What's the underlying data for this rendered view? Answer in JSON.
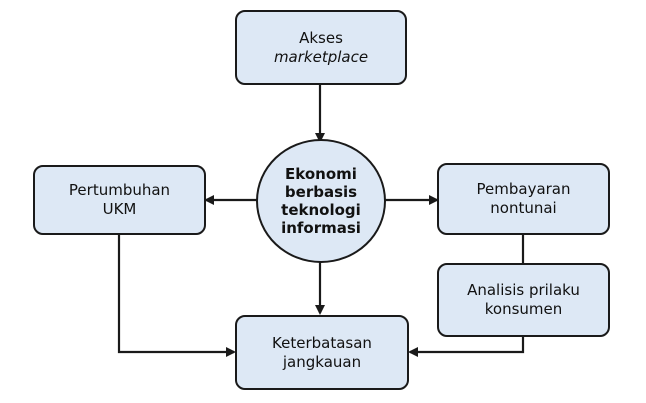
{
  "diagram": {
    "center": {
      "lines": [
        "Ekonomi",
        "berbasis",
        "teknologi",
        "informasi"
      ]
    },
    "nodes": {
      "akses": {
        "line1": "Akses",
        "line2": "marketplace"
      },
      "ukm": {
        "line1": "Pertumbuhan",
        "line2": "UKM"
      },
      "pembayaran": {
        "line1": "Pembayaran",
        "line2": "nontunai"
      },
      "analisis": {
        "line1": "Analisis prilaku",
        "line2": "konsumen"
      },
      "keterbatasan": {
        "line1": "Keterbatasan",
        "line2": "jangkauan"
      }
    },
    "colors": {
      "node_fill": "#dde8f5",
      "stroke": "#1a1a1a"
    }
  }
}
